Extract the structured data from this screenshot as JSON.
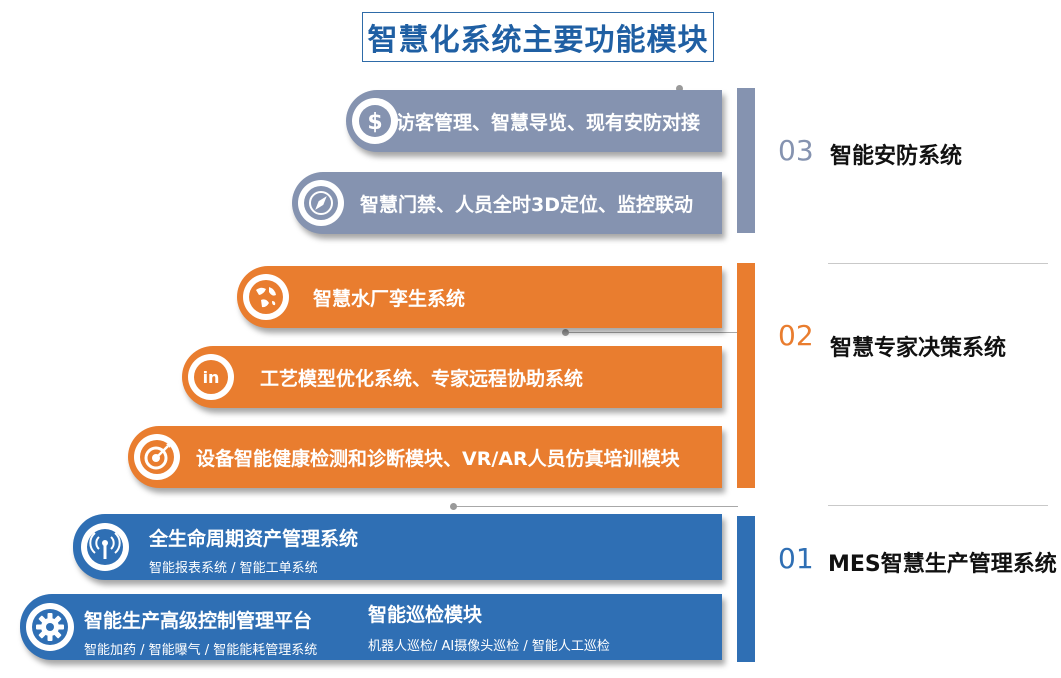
{
  "title": "智慧化系统主要功能模块",
  "colors": {
    "gray": "#8593b0",
    "orange": "#e97d2f",
    "blue": "#2f6fb4",
    "title": "#1f5fa3"
  },
  "sections": [
    {
      "number": "03",
      "label": "智能安防系统",
      "color": "#8593b0",
      "bars": [
        {
          "icon": "dollar-icon",
          "text": "访客管理、智慧导览、现有安防对接"
        },
        {
          "icon": "compass-icon",
          "text": "智慧门禁、人员全时3D定位、监控联动"
        }
      ]
    },
    {
      "number": "02",
      "label": "智慧专家决策系统",
      "color": "#e97d2f",
      "bars": [
        {
          "icon": "globe-icon",
          "text": "智慧水厂孪生系统"
        },
        {
          "icon": "linkedin-icon",
          "text": "工艺模型优化系统、专家远程协助系统"
        },
        {
          "icon": "target-icon",
          "text": "设备智能健康检测和诊断模块、VR/AR人员仿真培训模块"
        }
      ]
    },
    {
      "number": "01",
      "label": "MES智慧生产管理系统",
      "color": "#2f6fb4",
      "bars": [
        {
          "icon": "broadcast-icon",
          "text": "全生命周期资产管理系统",
          "sub": "智能报表系统 / 智能工单系统"
        },
        {
          "icon": "gear-icon",
          "text": "智能生产高级控制管理平台",
          "sub": "智能加药 / 智能曝气 / 智能能耗管理系统",
          "text2": "智能巡检模块",
          "sub2": "机器人巡检/ AI摄像头巡检 / 智能人工巡检"
        }
      ]
    }
  ]
}
